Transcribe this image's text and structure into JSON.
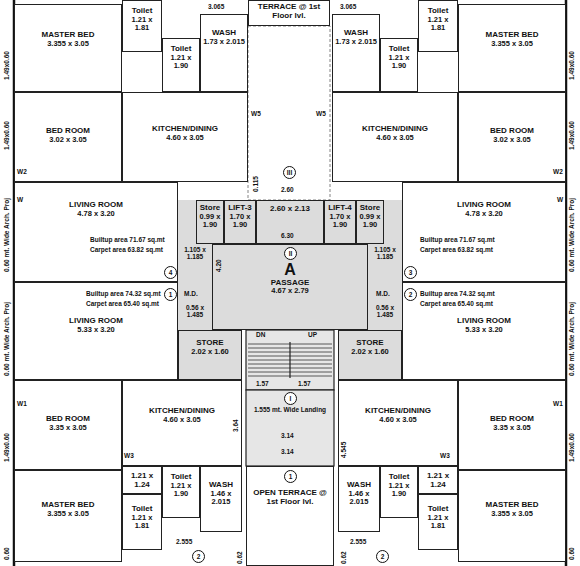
{
  "diagram": {
    "nodes": [
      {
        "text": [
          "TERRACE @ 1st Floor lvl."
        ]
      },
      {
        "text": [
          "Toilet",
          "1.21 x 1.81"
        ]
      },
      {
        "text": [
          "MASTER BED",
          "3.355 x 3.05"
        ]
      },
      {
        "text": [
          "Toilet",
          "1.21 x 1.90"
        ]
      },
      {
        "text": [
          "WASH",
          "1.73 x 2.015"
        ]
      },
      {
        "text": [
          "WASH",
          "1.73 x 2.015"
        ]
      },
      {
        "text": [
          "Toilet",
          "1.21 x 1.90"
        ]
      },
      {
        "text": [
          "Toilet",
          "1.21 x 1.81"
        ]
      },
      {
        "text": [
          "MASTER BED",
          "3.355 x 3.05"
        ]
      },
      {
        "text": [
          "BED ROOM",
          "3.02 x 3.05"
        ]
      },
      {
        "text": [
          "KITCHEN/DINING",
          "4.60 x 3.05"
        ]
      },
      {
        "text": [
          "KITCHEN/DINING",
          "4.60 x 3.05"
        ]
      },
      {
        "text": [
          "BED ROOM",
          "3.02 x 3.05"
        ]
      },
      {
        "text": [
          "LIVING ROOM",
          "4.78 x 3.20"
        ]
      },
      {
        "text": [
          "Store",
          "0.99 x 1.90"
        ]
      },
      {
        "text": [
          "LIFT-3",
          "1.70 x 1.90"
        ]
      },
      {
        "text": [
          "2.60 x 2.13"
        ]
      },
      {
        "text": [
          "LIFT-4",
          "1.70 x 1.90"
        ]
      },
      {
        "text": [
          "Store",
          "0.99 x 1.90"
        ]
      },
      {
        "text": [
          "LIVING ROOM",
          "4.78 x 3.20"
        ]
      },
      {
        "text": [
          "A",
          "PASSAGE",
          "4.67 x 2.79"
        ]
      },
      {
        "text": [
          "LIVING ROOM",
          "5.33 x 3.20"
        ]
      },
      {
        "text": [
          "STORE",
          "2.02 x 1.60"
        ]
      },
      {
        "text": [
          "STORE",
          "2.02 x 1.60"
        ]
      },
      {
        "text": [
          "LIVING ROOM",
          "5.33 x 3.20"
        ]
      },
      {
        "text": [
          "BED ROOM",
          "3.35 x 3.05"
        ]
      },
      {
        "text": [
          "KITCHEN/DINING",
          "4.60 x 3.05"
        ]
      },
      {
        "text": [
          "KITCHEN/DINING",
          "4.60 x 3.05"
        ]
      },
      {
        "text": [
          "BED ROOM",
          "3.35 x 3.05"
        ]
      },
      {
        "text": [
          "1.21 x 1.24"
        ]
      },
      {
        "text": [
          "Toilet",
          "1.21 x 1.90"
        ]
      },
      {
        "text": [
          "WASH",
          "1.46 x 2.015"
        ]
      },
      {
        "text": [
          "OPEN TERRACE @ 1st Floor lvl."
        ]
      },
      {
        "text": [
          "WASH",
          "1.46 x 2.015"
        ]
      },
      {
        "text": [
          "Toilet",
          "1.21 x 1.90"
        ]
      },
      {
        "text": [
          "1.21 x 1.24"
        ]
      },
      {
        "text": [
          "MASTER BED",
          "3.355 x 3.05"
        ]
      },
      {
        "text": [
          "Toilet",
          "1.21 x 1.81"
        ]
      },
      {
        "text": [
          "Toilet",
          "1.21 x 1.81"
        ]
      },
      {
        "text": [
          "MASTER BED",
          "3.355 x 3.05"
        ]
      }
    ],
    "labels": [
      "3.065",
      "3.065",
      "0.115",
      "III",
      "2.60",
      "6.30",
      "II",
      "4.20",
      "1.105 x 1.185",
      "1.105 x 1.185",
      "4",
      "3",
      "1",
      "2",
      "M.D.",
      "M.D.",
      "0.56 x 1.485",
      "0.56 x 1.485",
      "Builtup area 71.67 sq.mt",
      "Carpet area 63.82 sq.mt",
      "Builtup area 71.67 sq.mt",
      "Carpet area 63.82 sq.mt",
      "Builtup area 74.32 sq.mt",
      "Carpet area 65.40 sq.mt",
      "Builtup area 74.32 sq.mt",
      "Carpet area 65.40 sq.mt",
      "DN",
      "UP",
      "1.57",
      "1.57",
      "I",
      "1.555 mt. Wide Landing",
      "3.14",
      "3.14",
      "3.64",
      "4.545",
      "1",
      "2.555",
      "2.555",
      "2",
      "2",
      "0.62",
      "0.62",
      "1.49x0.60",
      "1.49x0.60",
      "0.60 mt. Wide Arch. Proj",
      "0.60 mt. Wide Arch. Proj",
      "1.49x0.60",
      "0.60",
      "1.49x0.60",
      "1.49x0.60",
      "0.60 mt. Wide Arch. Proj",
      "0.60 mt. Wide Arch. Proj",
      "1.49x0.60",
      "0.60",
      "W2",
      "W2",
      "W",
      "W",
      "W5",
      "W5",
      "W1",
      "W1",
      "W3",
      "W3"
    ]
  }
}
